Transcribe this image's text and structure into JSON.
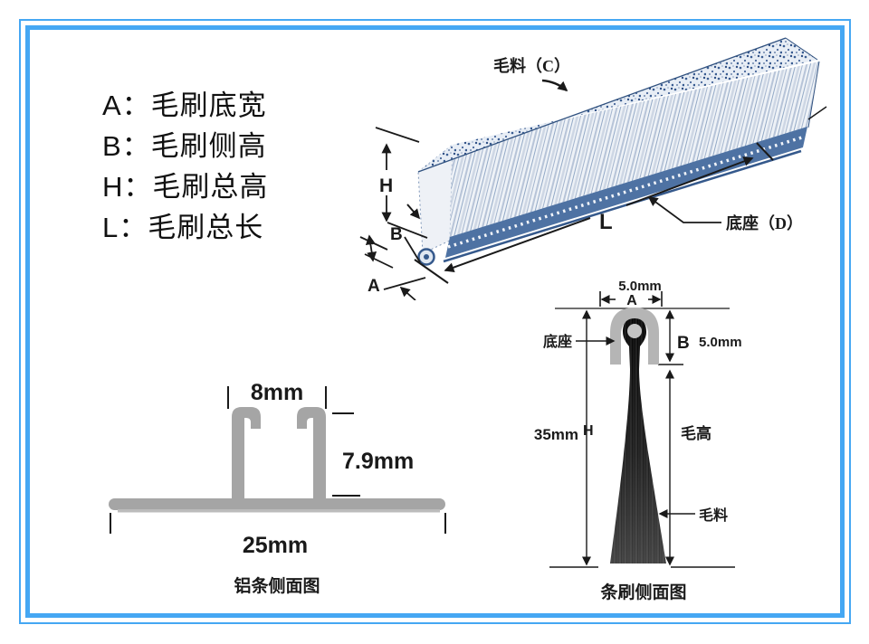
{
  "colors": {
    "accent_blue": "#45a7f3",
    "steel_blue": "#4e72a3",
    "navy_edge": "#30517f",
    "aluminum_gray": "#a5a5a5",
    "holder_gray": "#b5b5b5",
    "brush_black": "#111111",
    "ink": "#1a1a1a"
  },
  "legend": {
    "lines": [
      "A：毛刷底宽",
      "B：毛刷侧高",
      "H：毛刷总高",
      "L：毛刷总长"
    ]
  },
  "iso_view": {
    "bristle_label": "毛料（C）",
    "base_label": "底座（D）",
    "dim_h": "H",
    "dim_b": "B",
    "dim_a": "A",
    "dim_l": "L"
  },
  "alu_view": {
    "top_width": "8mm",
    "post_height": "7.9mm",
    "base_width": "25mm",
    "caption": "铝条侧面图"
  },
  "brush_view": {
    "top_dim": "5.0mm",
    "dim_a": "A",
    "dim_b": "B",
    "side_dim": "5.0mm",
    "total_height": "35mm",
    "dim_h": "H",
    "base_label": "底座",
    "bristle_height_label": "毛高",
    "bristle_label": "毛料",
    "caption": "条刷侧面图"
  }
}
